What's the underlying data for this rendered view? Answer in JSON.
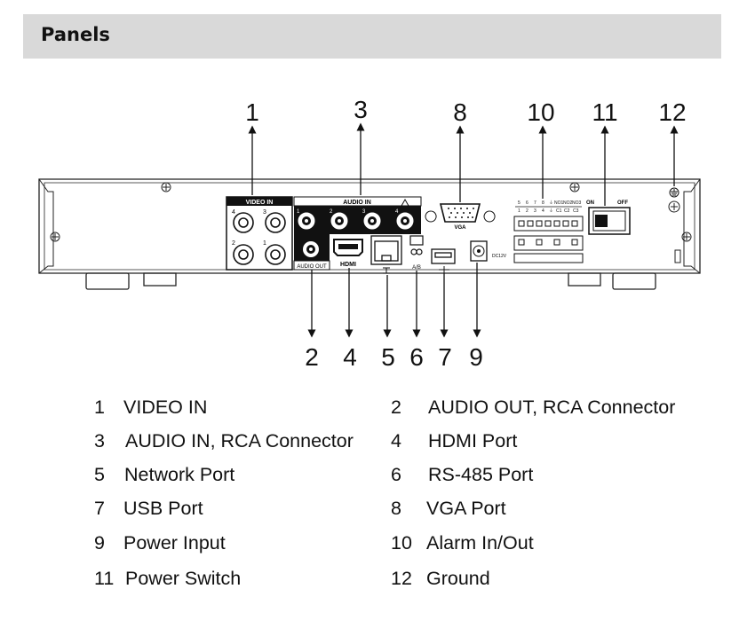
{
  "section": {
    "title": "Panels"
  },
  "callouts": {
    "top": [
      "1",
      "3",
      "8",
      "10",
      "11",
      "12"
    ],
    "bottom": [
      "2",
      "4",
      "5",
      "6",
      "7",
      "9"
    ]
  },
  "panel_text": {
    "video_in": "VIDEO IN",
    "audio_in": "AUDIO IN",
    "audio_out": "AUDIO OUT",
    "vga": "VGA",
    "hdmi": "HDMI",
    "ab": "A/B",
    "dc12v": "DC12V",
    "on": "ON",
    "off": "OFF",
    "video_nums": [
      "4",
      "3",
      "2",
      "1"
    ],
    "audio_nums": [
      "1",
      "2",
      "3",
      "4"
    ],
    "alarm_top": [
      "5",
      "6",
      "7",
      "8",
      "⏚",
      "NO1",
      "NO2",
      "NO3"
    ],
    "alarm_bottom": [
      "1",
      "2",
      "3",
      "4",
      "⏚",
      "C1",
      "C2",
      "C3"
    ]
  },
  "legend": [
    {
      "num": "1",
      "label": "VIDEO IN"
    },
    {
      "num": "2",
      "label": "AUDIO OUT, RCA Connector"
    },
    {
      "num": "3",
      "label": "AUDIO IN, RCA Connector"
    },
    {
      "num": "4",
      "label": "HDMI Port"
    },
    {
      "num": "5",
      "label": "Network Port"
    },
    {
      "num": "6",
      "label": "RS-485 Port"
    },
    {
      "num": "7",
      "label": "USB Port"
    },
    {
      "num": "8",
      "label": "VGA Port"
    },
    {
      "num": "9",
      "label": "Power Input"
    },
    {
      "num": "10",
      "label": "Alarm In/Out"
    },
    {
      "num": "11",
      "label": "Power Switch"
    },
    {
      "num": "12",
      "label": "Ground"
    }
  ]
}
